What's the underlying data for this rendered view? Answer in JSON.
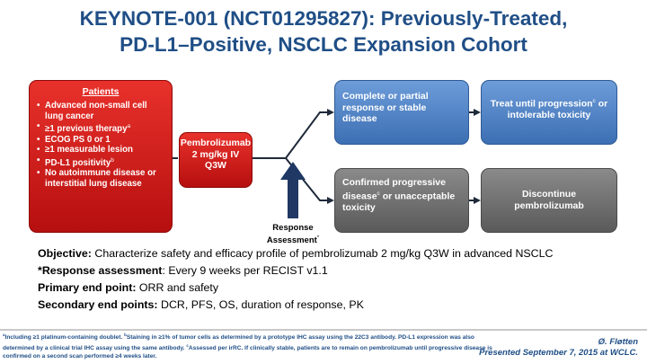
{
  "title_line1": "KEYNOTE-001 (NCT01295827): Previously-Treated,",
  "title_line2": "PD-L1–Positive, NSCLC Expansion Cohort",
  "patients": {
    "header": "Patients",
    "items": [
      {
        "text": "Advanced non-small cell lung cancer",
        "sup": ""
      },
      {
        "text": "≥1 previous therapy",
        "sup": "a"
      },
      {
        "text": "ECOG PS 0 or 1",
        "sup": ""
      },
      {
        "text": "≥1 measurable lesion",
        "sup": ""
      },
      {
        "text": "PD-L1 positivity",
        "sup": "b"
      },
      {
        "text": "No autoimmune disease or interstitial lung disease",
        "sup": ""
      }
    ]
  },
  "treatment": {
    "line1": "Pembrolizumab",
    "line2": "2 mg/kg IV",
    "line3": "Q3W"
  },
  "outcomes": {
    "response": "Complete or partial response or stable disease",
    "treat_pre": "Treat until progression",
    "treat_sup": "c",
    "treat_post": " or intolerable toxicity",
    "confirmed_pre": "Confirmed progressive disease",
    "confirmed_sup": "c",
    "confirmed_post": " or unacceptable toxicity",
    "discontinue": "Discontinue pembrolizumab"
  },
  "assessment": {
    "line1": "Response",
    "line2": "Assessment",
    "sup": "*"
  },
  "summary": [
    {
      "label": "Objective:",
      "text": " Characterize safety and efficacy profile of pembrolizumab 2 mg/kg Q3W in advanced NSCLC"
    },
    {
      "label": "*Response assessment",
      "text": ":  Every 9 weeks per RECIST v1.1"
    },
    {
      "label": "Primary end point:",
      "text": "  ORR and safety"
    },
    {
      "label": "Secondary end points:",
      "text": "  DCR, PFS, OS, duration of response, PK"
    }
  ],
  "footnote": {
    "a_sup": "a",
    "a": "Including ≥1 platinum-containing doublet. ",
    "b_sup": "b",
    "b": "Staining in ≥1% of tumor cells as determined by a prototype IHC assay using the 22C3 antibody. PD-L1 expression was also determined by a clinical trial IHC assay using the same antibody. ",
    "c_sup": "c",
    "c": "Assessed per irRC. If clinically stable, patients are to remain on pembrolizumab until progressive disease is confirmed on a second scan performed ≥4 weeks later."
  },
  "author": "Ø. Fløtten",
  "presented": "Presented  September 7, 2015 at WCLC.",
  "colors": {
    "title": "#1f4e86",
    "red_box": "#d4201f",
    "blue_box": "#4f81c6",
    "gray_box": "#707070",
    "arrow": "#1f3864"
  }
}
